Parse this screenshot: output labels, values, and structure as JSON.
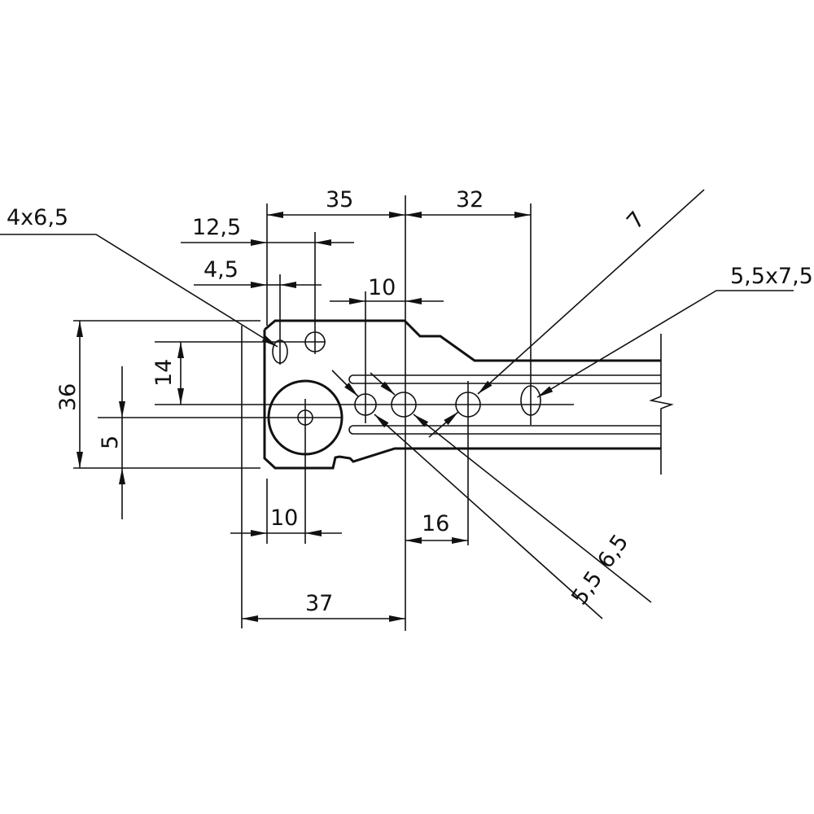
{
  "drawing": {
    "labels": {
      "holes_4x6_5": "4x6,5",
      "dim_35": "35",
      "dim_32": "32",
      "dim_12_5": "12,5",
      "dim_4_5": "4,5",
      "dim_10_top": "10",
      "dim_7": "7",
      "slot_5_5x7_5": "5,5x7,5",
      "dim_36": "36",
      "dim_14": "14",
      "dim_5": "5",
      "dim_10_bottom": "10",
      "dim_16": "16",
      "dim_37": "37",
      "dim_6_5": "6,5",
      "dim_5_5": "5,5"
    }
  }
}
